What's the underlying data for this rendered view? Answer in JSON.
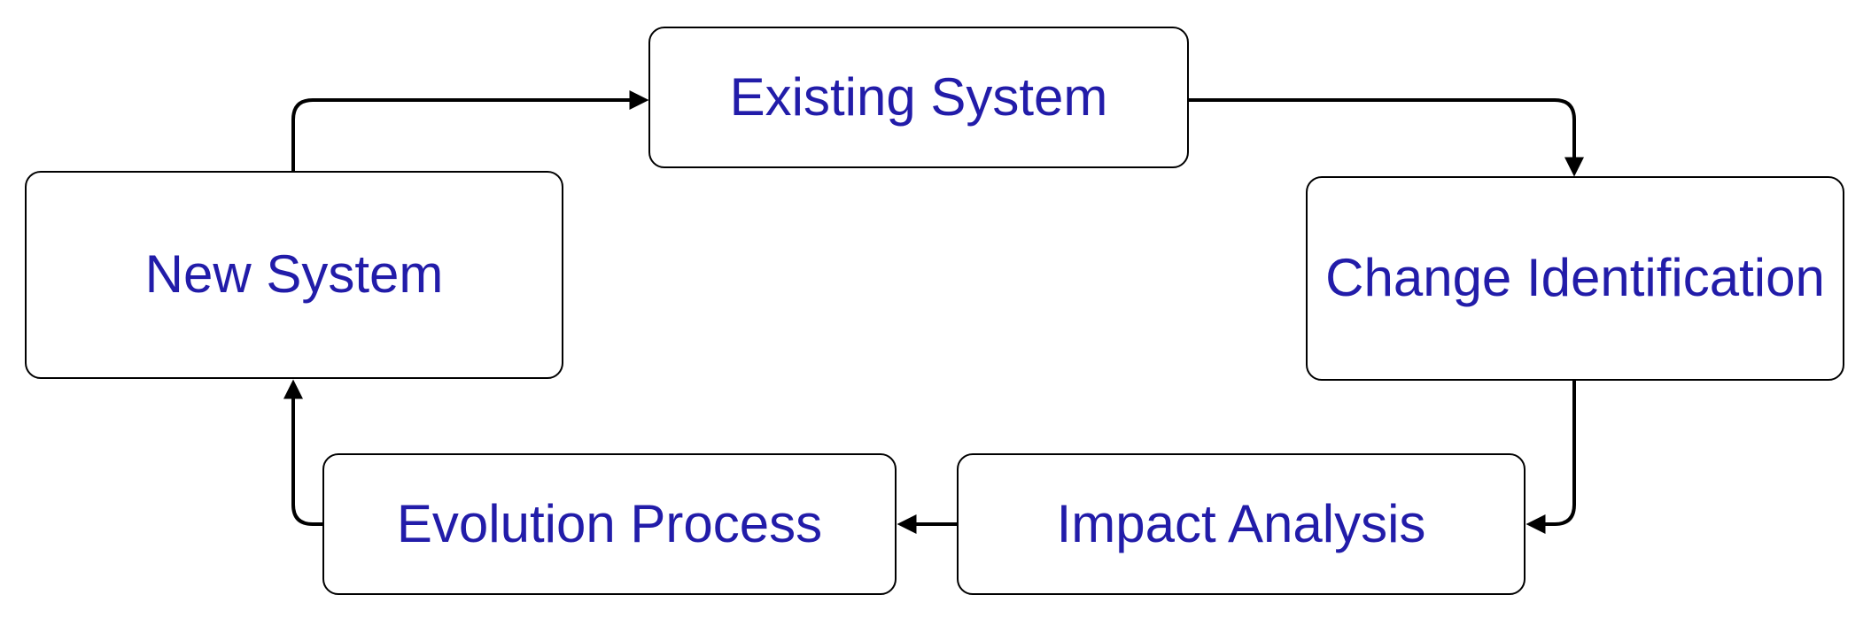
{
  "diagram": {
    "type": "cycle-flowchart",
    "background_color": "#FFFFFF",
    "node_border_color": "#000000",
    "node_fill_color": "#FFFFFF",
    "label_color": "#221CA9",
    "connector_color": "#000000",
    "nodes": [
      {
        "id": "existing-system",
        "label": "Existing System"
      },
      {
        "id": "change-identification",
        "label": "Change Identification"
      },
      {
        "id": "impact-analysis",
        "label": "Impact Analysis"
      },
      {
        "id": "evolution-process",
        "label": "Evolution Process"
      },
      {
        "id": "new-system",
        "label": "New System"
      }
    ],
    "edges": [
      {
        "from": "existing-system",
        "to": "change-identification"
      },
      {
        "from": "change-identification",
        "to": "impact-analysis"
      },
      {
        "from": "impact-analysis",
        "to": "evolution-process"
      },
      {
        "from": "evolution-process",
        "to": "new-system"
      },
      {
        "from": "new-system",
        "to": "existing-system"
      }
    ]
  }
}
